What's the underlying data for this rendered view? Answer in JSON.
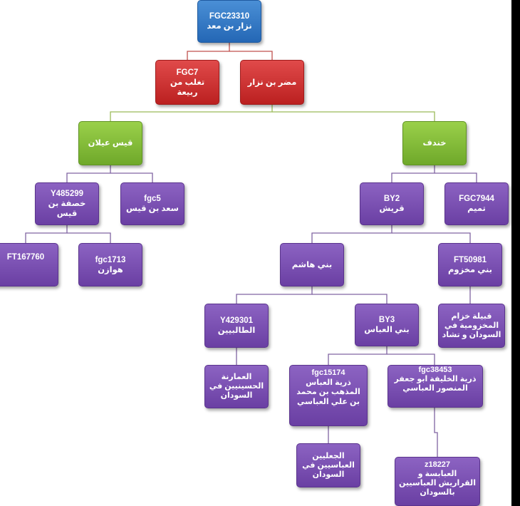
{
  "nodes": {
    "root": {
      "code": "FGC23310",
      "name": "نزار بن معد"
    },
    "taghlib": {
      "code": "FGC7",
      "name": "تغلب من ربيعة"
    },
    "mudar": {
      "code": "",
      "name": "مضر بن نزار"
    },
    "qays": {
      "code": "",
      "name": "قيس عيلان"
    },
    "khindif": {
      "code": "",
      "name": "خندف"
    },
    "khasafa": {
      "code": "Y485299",
      "name": "خصفة بن قيس"
    },
    "saad": {
      "code": "fgc5",
      "name": "سعد بن قيس"
    },
    "quraysh": {
      "code": "BY2",
      "name": "قريش"
    },
    "tamim": {
      "code": "FGC7944",
      "name": "تميم"
    },
    "ft167760": {
      "code": "FT167760",
      "name": ""
    },
    "hawazin": {
      "code": "fgc1713",
      "name": "هوازن"
    },
    "hashim": {
      "code": "",
      "name": "بني هاشم"
    },
    "makhzum": {
      "code": "FT50981",
      "name": "بني مخزوم"
    },
    "talibiyin": {
      "code": "Y429301",
      "name": "الطالبيين"
    },
    "abbas": {
      "code": "BY3",
      "name": "بني العباس"
    },
    "khuzam": {
      "code": "",
      "name": "قبيلة خزام المخزومية في السودان و تشاد"
    },
    "amarna": {
      "code": "",
      "name": "العمارنة الحسينيين في السودان"
    },
    "abbas_madhhab": {
      "code": "fgc15174",
      "name": "ذرية العباس المذهب بن محمد بن علي العباسي"
    },
    "mansur": {
      "code": "fgc38453",
      "name": "ذرية الخليفة ابو جعفر المنصور العباسي"
    },
    "jaaliyin": {
      "code": "",
      "name": "الجعليين العباسيين في السودان"
    },
    "abbasa": {
      "code": "z18227",
      "name": "العبابسة و القراريش العباسيين بالسودان"
    }
  },
  "colors": {
    "root": "#2467b5",
    "level1": "#bb2020",
    "level2": "#6fa82a",
    "rest": "#6a3fa3",
    "connector_red": "#c0504d",
    "connector_green": "#9bbb59",
    "connector_purple": "#8064a2"
  }
}
